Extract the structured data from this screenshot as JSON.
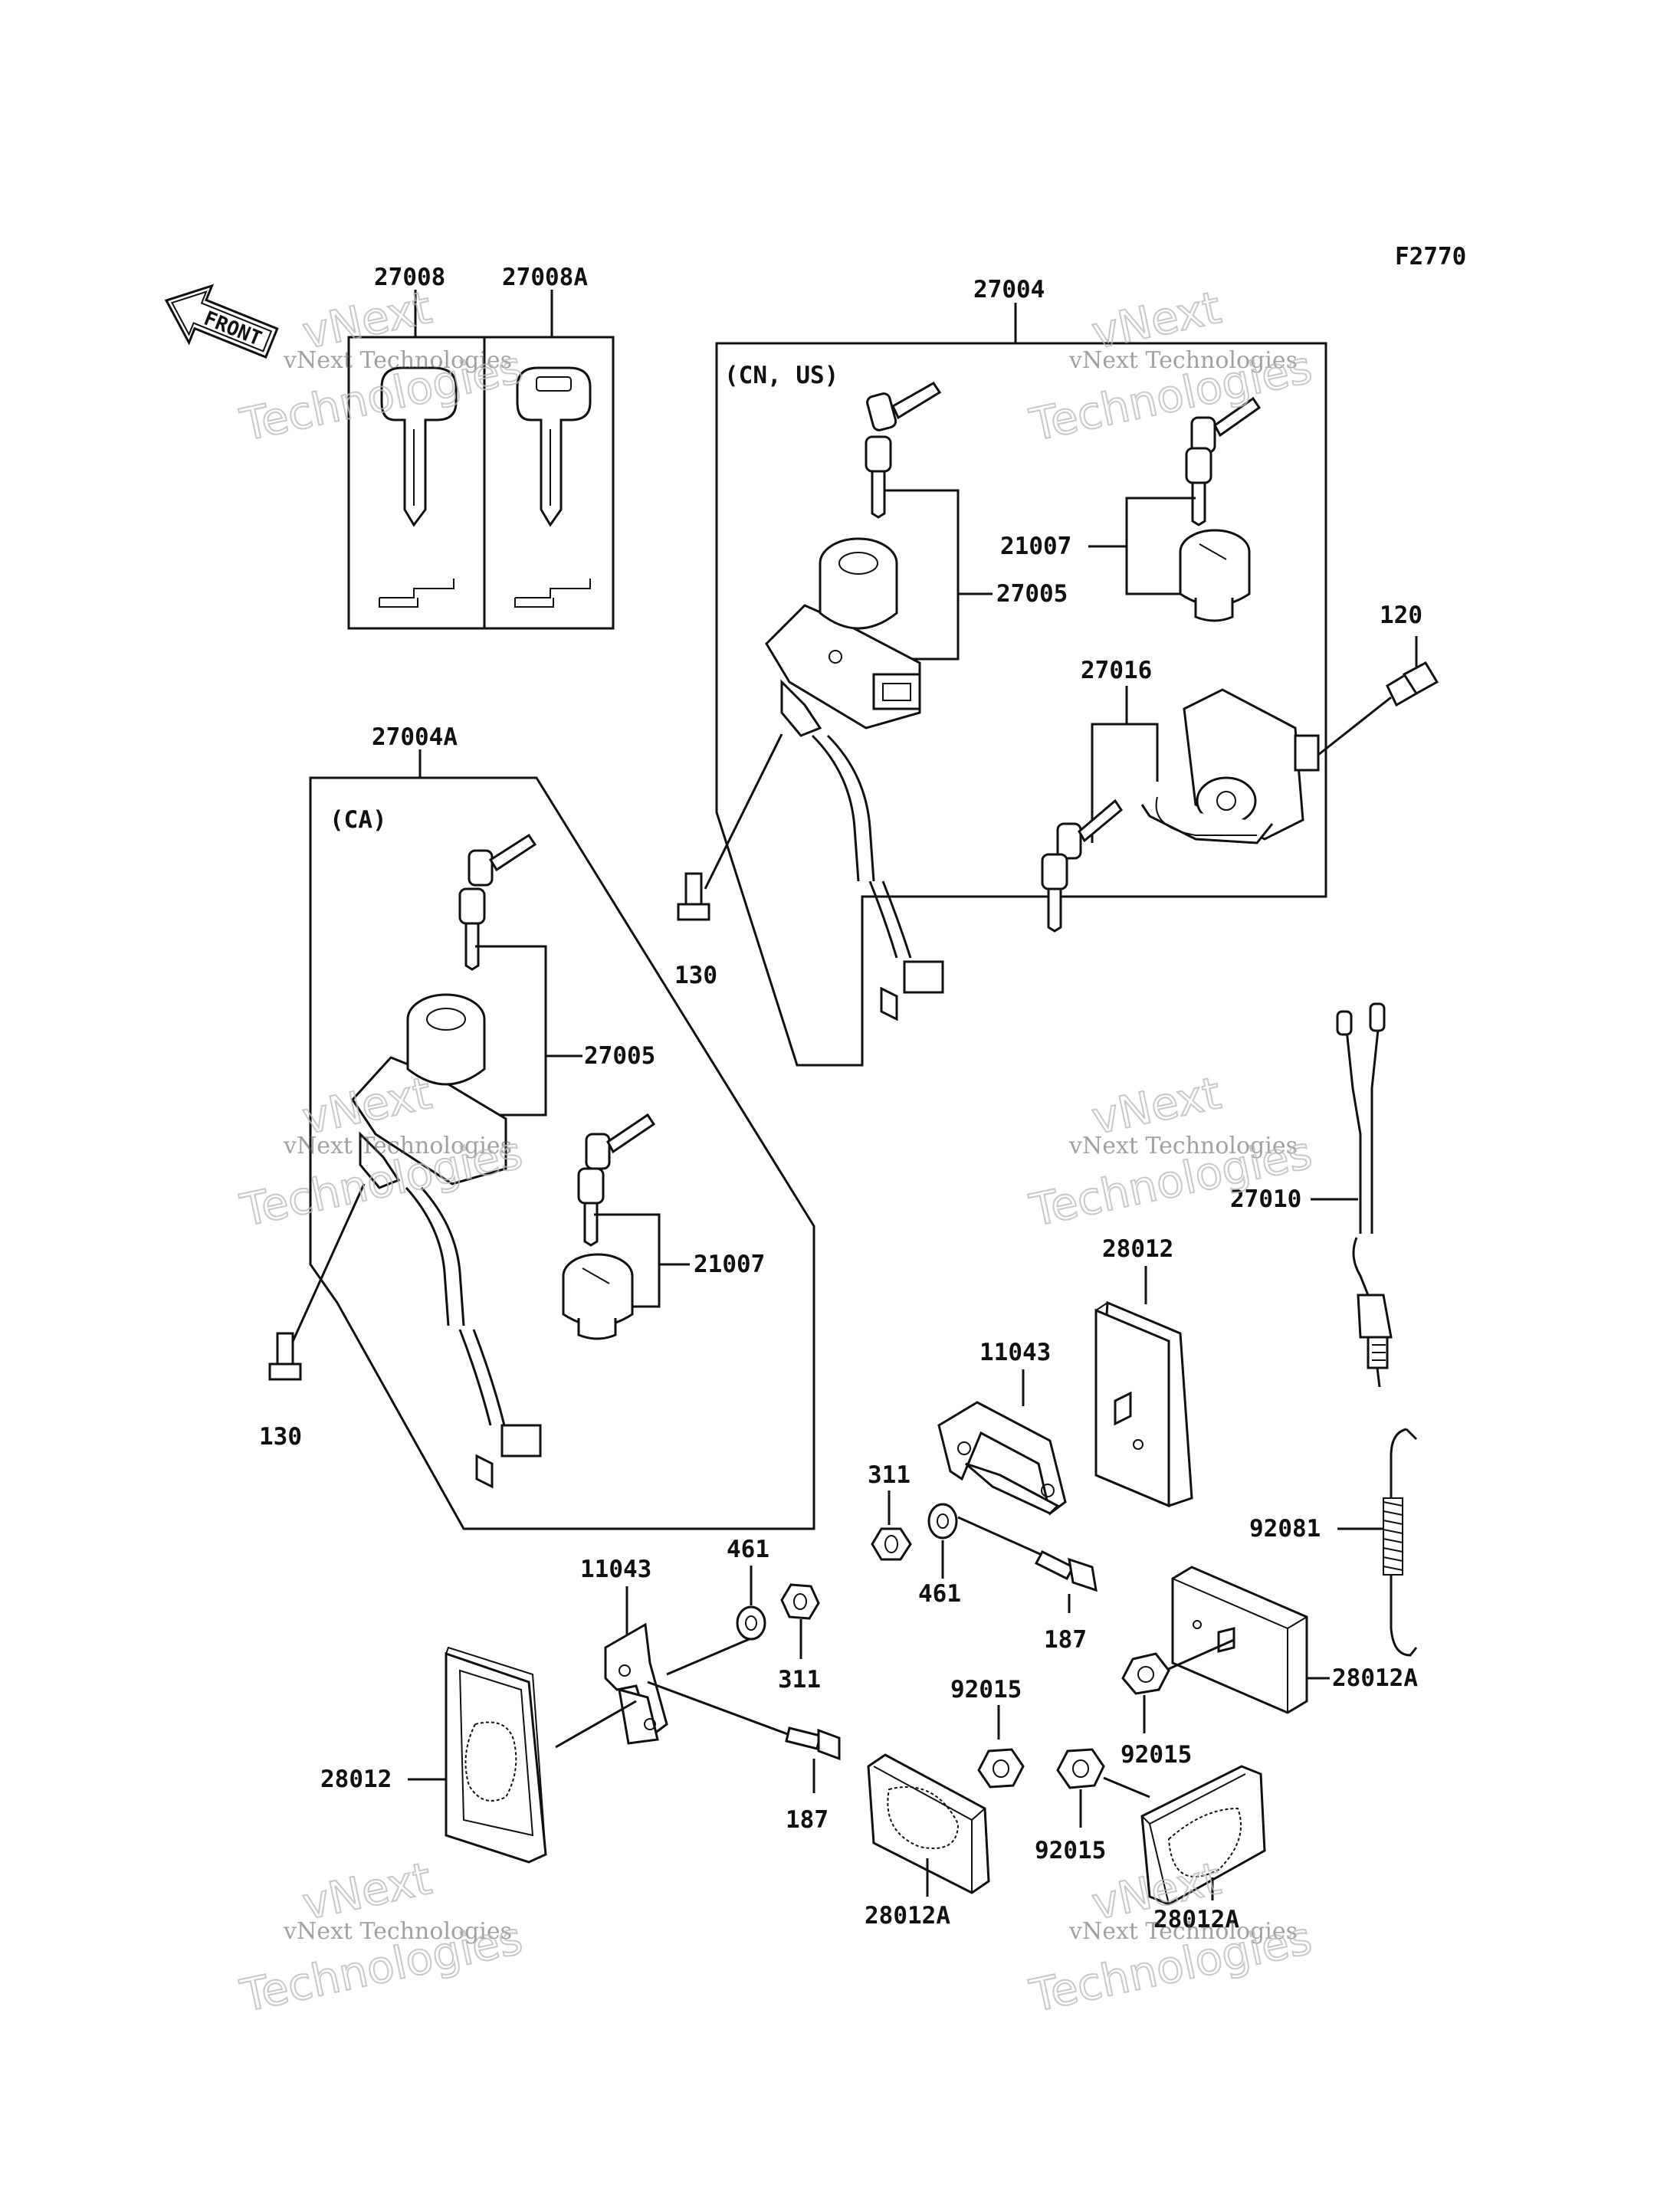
{
  "diagram_code": "F2770",
  "front_label": "FRONT",
  "region_labels": {
    "cn_us": "(CN, US)",
    "ca": "(CA)"
  },
  "part_labels": {
    "p27008": "27008",
    "p27008A": "27008A",
    "p27004": "27004",
    "p27004A": "27004A",
    "p27005_top": "27005",
    "p27005_ca": "27005",
    "p21007_top": "21007",
    "p21007_ca": "21007",
    "p27016": "27016",
    "p120": "120",
    "p130_top": "130",
    "p130_ca": "130",
    "p27010": "27010",
    "p28012_upper": "28012",
    "p11043_upper": "11043",
    "p311_upper": "311",
    "p461_upper": "461",
    "p187_upper": "187",
    "p92081": "92081",
    "p11043_lower": "11043",
    "p461_lower": "461",
    "p311_lower": "311",
    "p28012_lower": "28012",
    "p187_lower": "187",
    "p92015_a": "92015",
    "p92015_b": "92015",
    "p92015_c": "92015",
    "p28012A_right": "28012A",
    "p28012A_mid": "28012A",
    "p28012A_low": "28012A"
  },
  "watermark": {
    "line1": "vNext Technologies",
    "line2": "vNext",
    "line3": "Technologies"
  },
  "icons": [
    "front-arrow-icon",
    "key-icon",
    "ignition-switch-icon",
    "lock-cylinder-icon",
    "reflector-icon",
    "bolt-icon",
    "nut-icon",
    "washer-icon",
    "bracket-icon",
    "spring-icon",
    "wire-switch-icon"
  ]
}
